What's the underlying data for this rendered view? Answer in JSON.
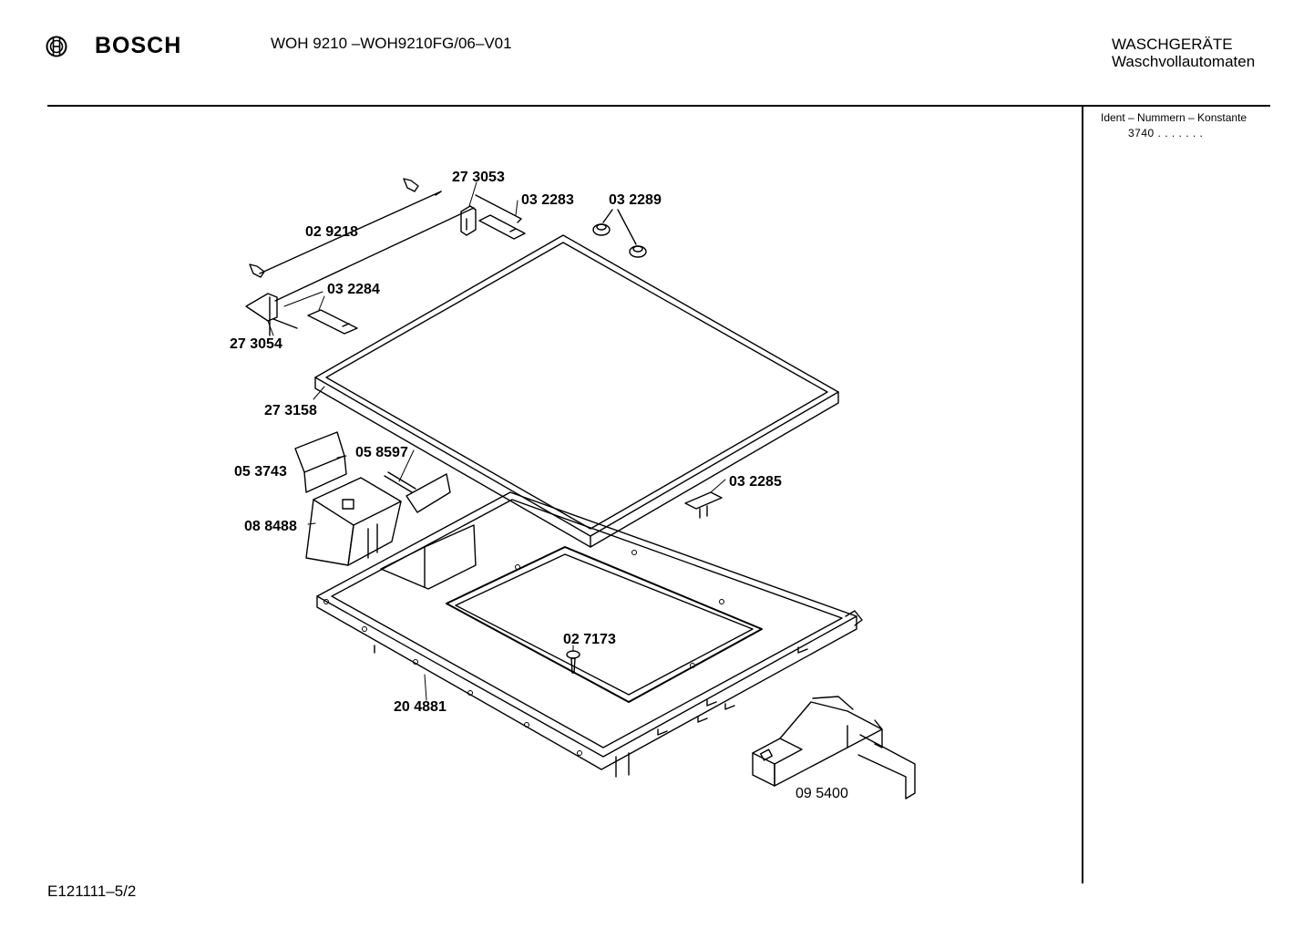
{
  "header": {
    "brand": "BOSCH",
    "model": "WOH 9210 –WOH9210FG/06–V01",
    "category_line1": "WASCHGERÄTE",
    "category_line2": "Waschvollautomaten"
  },
  "sidebar": {
    "ident_label": "Ident – Nummern – Konstante",
    "ident_value": "3740  .  .    .  .  .  .  ."
  },
  "parts": [
    {
      "id": "p273053",
      "label": "27 3053"
    },
    {
      "id": "p032283",
      "label": "03 2283"
    },
    {
      "id": "p032289",
      "label": "03 2289"
    },
    {
      "id": "p029218",
      "label": "02 9218"
    },
    {
      "id": "p032284",
      "label": "03 2284"
    },
    {
      "id": "p273054",
      "label": "27 3054"
    },
    {
      "id": "p273158",
      "label": "27 3158"
    },
    {
      "id": "p058597",
      "label": "05 8597"
    },
    {
      "id": "p053743",
      "label": "05 3743"
    },
    {
      "id": "p032285",
      "label": "03 2285"
    },
    {
      "id": "p088488",
      "label": "08 8488"
    },
    {
      "id": "p027173",
      "label": "02 7173"
    },
    {
      "id": "p204881",
      "label": "20 4881"
    },
    {
      "id": "p095400",
      "label": "09 5400"
    }
  ],
  "footer": {
    "code": "E121111–5/2"
  }
}
